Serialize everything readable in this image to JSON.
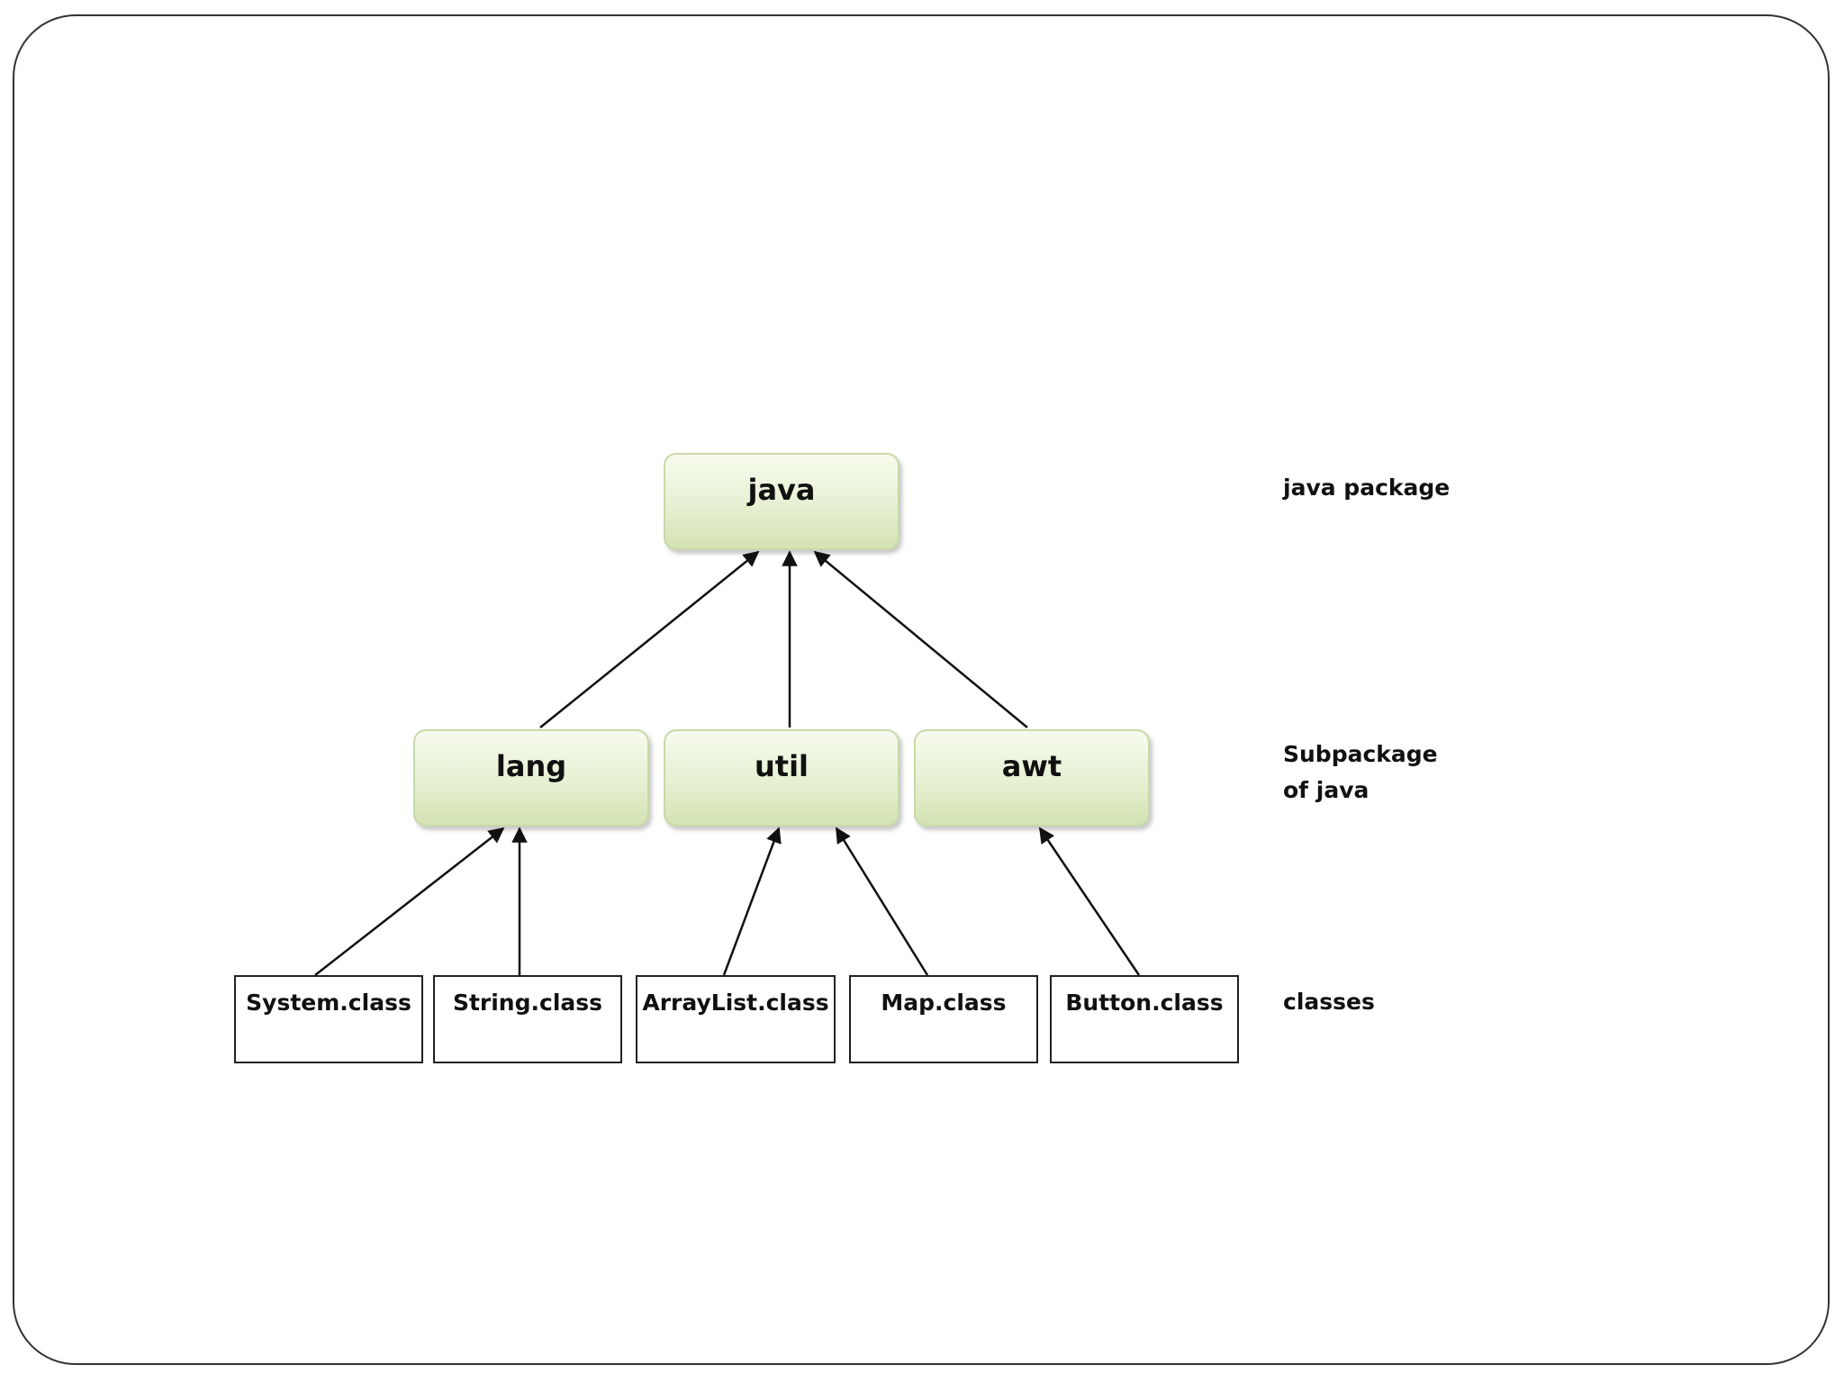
{
  "packages": {
    "root": "java",
    "subpackages": [
      "lang",
      "util",
      "awt"
    ]
  },
  "classes": [
    "System.class",
    "String.class",
    "ArrayList.class",
    "Map.class",
    "Button.class"
  ],
  "level_labels": {
    "package": "java package",
    "subpackage_line1": "Subpackage",
    "subpackage_line2": "of java",
    "classes": "classes"
  },
  "colors": {
    "package_fill": "#e6f0d2",
    "package_border": "#c9d8a9",
    "arrow": "#111111"
  }
}
